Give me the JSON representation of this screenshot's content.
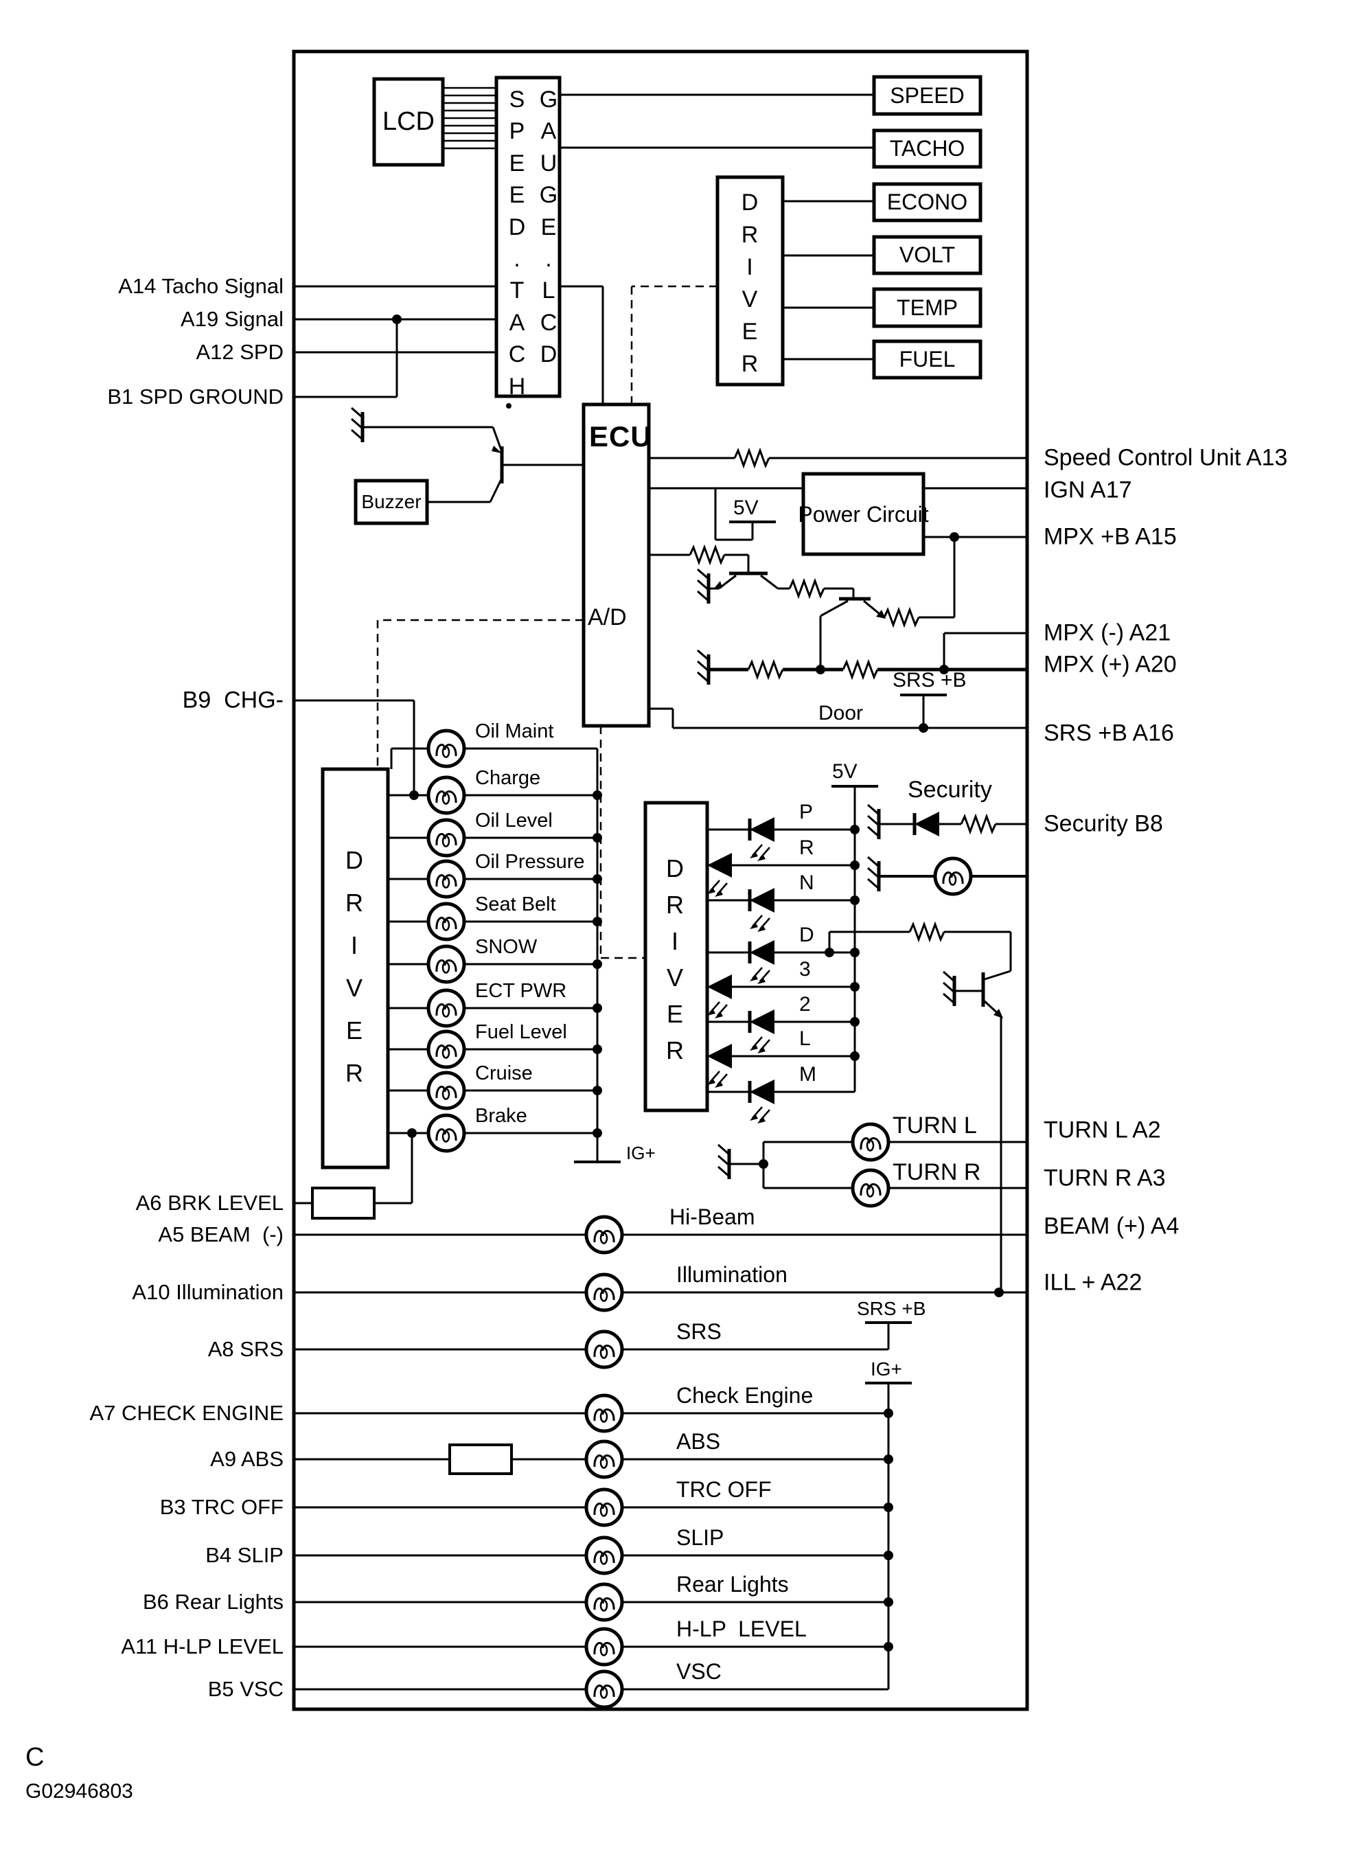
{
  "colors": {
    "ink": "#000000",
    "paper": "#ffffff"
  },
  "blocks": {
    "lcd": "LCD",
    "ecu": "ECU",
    "ad": "A/D",
    "buzzer": "Buzzer",
    "power_circuit": "Power Circuit"
  },
  "vertical_labels": {
    "speed_tach": "SPEED.TACH",
    "gauge_lcd": "GAUGE.LCD",
    "driver": "DRIVER",
    "trailing_dot": "."
  },
  "gauges": [
    "SPEED",
    "TACHO",
    "ECONO",
    "VOLT",
    "TEMP",
    "FUEL"
  ],
  "left_terminals": [
    "A14 Tacho Signal",
    "A19 Signal",
    "A12 SPD",
    "B1 SPD GROUND",
    "B9  CHG-",
    "A6 BRK LEVEL",
    "A5 BEAM  (-)",
    "A10 Illumination",
    "A8 SRS",
    "A7 CHECK ENGINE",
    "A9 ABS",
    "B3 TRC OFF",
    "B4 SLIP",
    "B6 Rear Lights",
    "A11 H-LP LEVEL",
    "B5 VSC"
  ],
  "right_terminals": [
    "Speed Control Unit A13",
    "IGN A17",
    "MPX +B A15",
    "MPX (-) A21",
    "MPX (+) A20",
    "SRS +B A16",
    "Security B8",
    "TURN L A2",
    "TURN R A3",
    "BEAM (+) A4",
    "ILL + A22"
  ],
  "indicators": [
    "Oil Maint",
    "Charge",
    "Oil Level",
    "Oil Pressure",
    "Seat Belt",
    "SNOW",
    "ECT PWR",
    "Fuel Level",
    "Cruise",
    "Brake"
  ],
  "gear_positions": [
    "P",
    "R",
    "N",
    "D",
    "3",
    "2",
    "L",
    "M"
  ],
  "lamp_rows": [
    "Hi-Beam",
    "Illumination",
    "SRS",
    "Check Engine",
    "ABS",
    "TRC OFF",
    "SLIP",
    "Rear Lights",
    "H-LP  LEVEL",
    "VSC"
  ],
  "turn_labels": [
    "TURN L",
    "TURN R"
  ],
  "taps": {
    "v5": "5V",
    "ig": "IG+",
    "srs_b": "SRS +B",
    "door": "Door",
    "security": "Security"
  },
  "footer": {
    "section": "C",
    "code": "G02946803"
  }
}
